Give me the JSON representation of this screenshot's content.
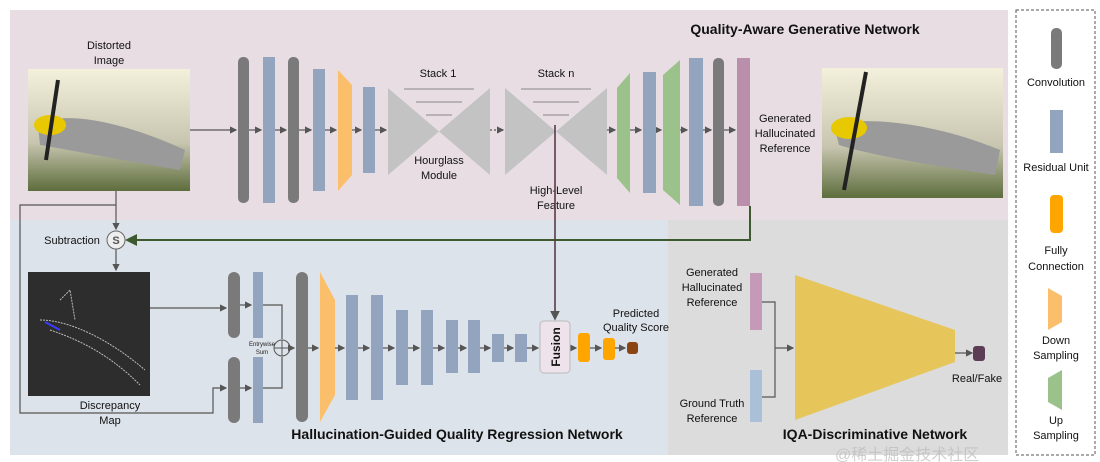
{
  "colors": {
    "convolution": "#7a7a7a",
    "residual": "#93a5be",
    "fully_connection": "#ffa500",
    "down_sampling": "#fbbf6c",
    "up_sampling": "#9bc28a",
    "hallucinated": "#b98fac",
    "discriminator": "#e6c55a",
    "generative_panel": "#e7dde3",
    "regression_panel": "#dde3ea",
    "discriminative_panel": "#dcdcdc"
  },
  "generative": {
    "title": "Quality-Aware Generative Network",
    "input_label_1": "Distorted",
    "input_label_2": "Image",
    "stack1": "Stack 1",
    "stackn": "Stack n",
    "hourglass_1": "Hourglass",
    "hourglass_2": "Module",
    "feature_1": "High-Level",
    "feature_2": "Feature",
    "output_1": "Generated",
    "output_2": "Hallucinated",
    "output_3": "Reference"
  },
  "regression": {
    "title": "Hallucination-Guided Quality Regression Network",
    "subtraction": "Subtraction",
    "subtraction_symbol": "S",
    "map_1": "Discrepancy",
    "map_2": "Map",
    "sum_1": "Entrywise",
    "sum_2": "Sum",
    "fusion": "Fusion",
    "score_1": "Predicted",
    "score_2": "Quality Score"
  },
  "discriminative": {
    "title": "IQA-Discriminative Network",
    "gen_1": "Generated",
    "gen_2": "Hallucinated",
    "gen_3": "Reference",
    "gt_1": "Ground Truth",
    "gt_2": "Reference",
    "output": "Real/Fake"
  },
  "legend": {
    "convolution": "Convolution",
    "residual": "Residual Unit",
    "fc_1": "Fully",
    "fc_2": "Connection",
    "down_1": "Down",
    "down_2": "Sampling",
    "up_1": "Up",
    "up_2": "Sampling"
  },
  "watermark": "@稀土掘金技术社区"
}
